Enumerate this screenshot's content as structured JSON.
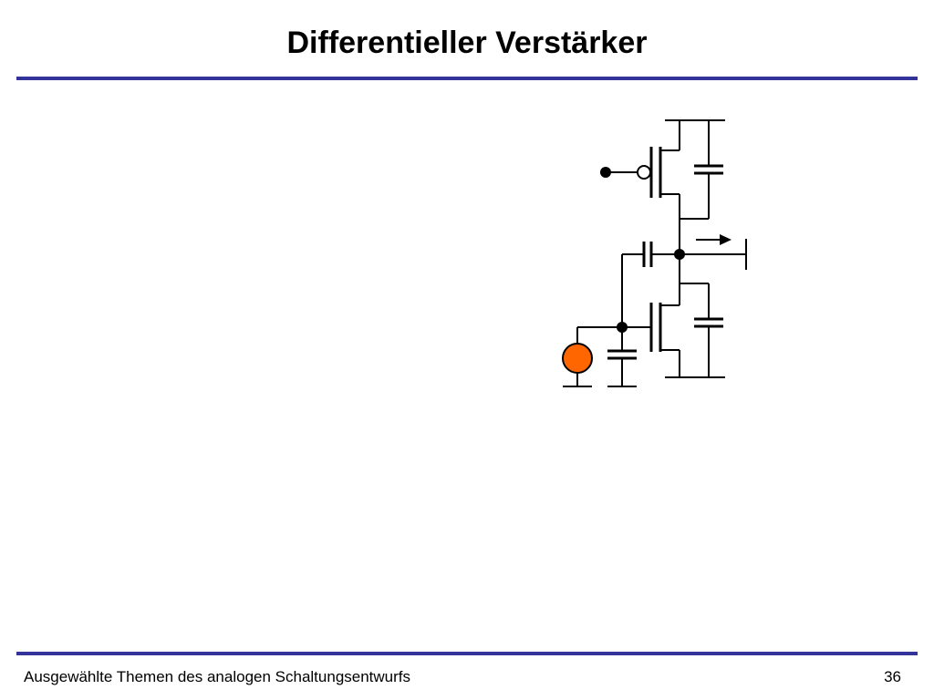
{
  "slide": {
    "title": "Differentieller Verstärker",
    "footer": "Ausgewählte Themen des analogen Schaltungsentwurfs",
    "page_number": "36"
  },
  "colors": {
    "rule": "#333399",
    "source_fill": "#ff6600"
  },
  "circuit": {
    "components": [
      "pmos-transistor",
      "nmos-transistor",
      "coupling-capacitor",
      "gate-capacitor",
      "pmos-drain-capacitor",
      "nmos-drain-capacitor",
      "signal-source",
      "output-arrow"
    ]
  }
}
